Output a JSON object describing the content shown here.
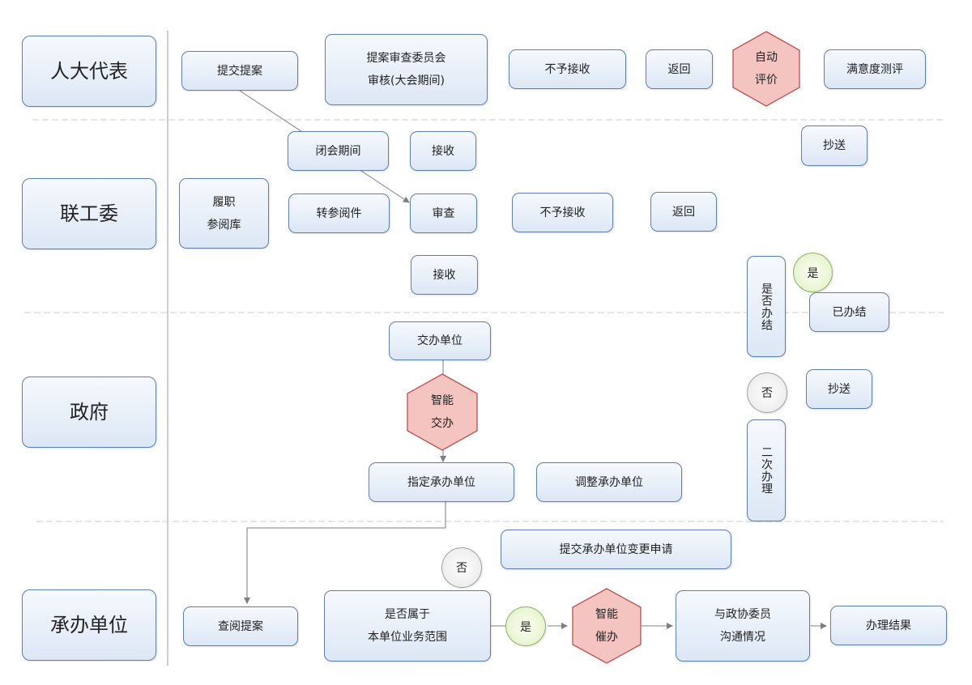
{
  "lanes": {
    "npc_deputy": "人大代表",
    "liaison_committee": "联工委",
    "government": "政府",
    "undertaking_unit": "承办单位"
  },
  "nodes": {
    "submit_proposal": "提交提案",
    "committee_review": "提案审查委员会\n审核(大会期间)",
    "reject_top": "不予接收",
    "return_top": "返回",
    "auto_evaluate": "自动\n评价",
    "satisfaction_survey": "满意度测评",
    "recess_period": "闭会期间",
    "accept_1": "接收",
    "cc_top": "抄送",
    "duty_reference": "履职\n参阅库",
    "transfer_reference": "转参阅件",
    "review": "审查",
    "reject_mid": "不予接收",
    "return_mid": "返回",
    "accept_2": "接收",
    "is_completed": "是否办结",
    "yes_top": "是",
    "completed": "已办结",
    "assign_unit": "交办单位",
    "smart_assign": "智能\n交办",
    "no_mid": "否",
    "cc_mid": "抄送",
    "second_handling": "二次办理",
    "designate_unit": "指定承办单位",
    "adjust_unit": "调整承办单位",
    "submit_change_request": "提交承办单位变更申请",
    "no_bottom": "否",
    "view_proposal": "查阅提案",
    "belongs_to_unit": "是否属于\n本单位业务范围",
    "yes_bottom": "是",
    "smart_urge": "智能\n催办",
    "communicate": "与政协委员\n沟通情况",
    "result": "办理结果"
  },
  "colors": {
    "box_border": "#5b7fb6",
    "box_fill": "#dce7f5",
    "hex_fill": "#f4c4c0",
    "hex_border": "#c0504d",
    "yes_border": "#8cb356",
    "no_border": "#a0a0a0"
  }
}
